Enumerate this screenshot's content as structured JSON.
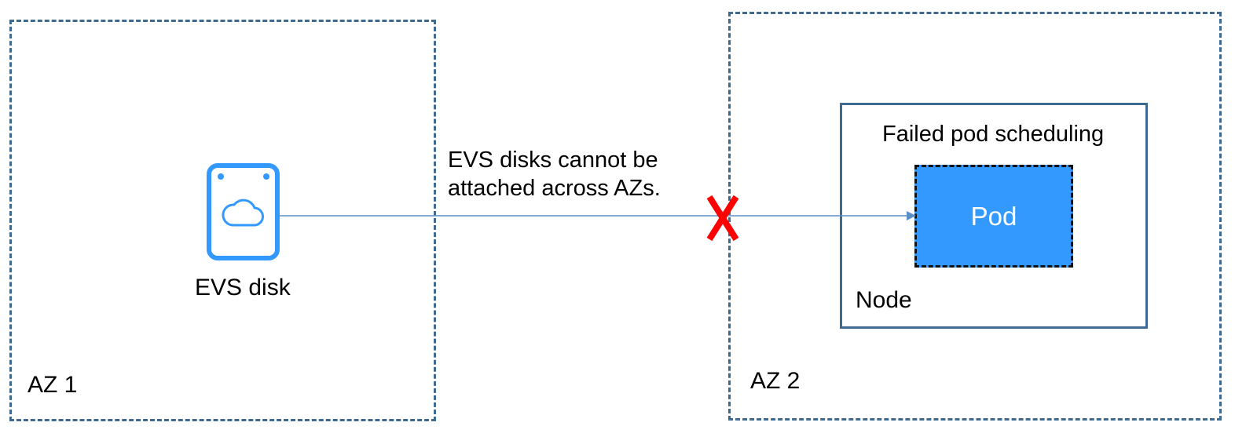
{
  "zones": {
    "az1": {
      "label": "AZ 1"
    },
    "az2": {
      "label": "AZ 2"
    }
  },
  "disk": {
    "label": "EVS disk",
    "icon": "evs-disk-cloud-icon",
    "icon_color": "#3399ff"
  },
  "connection": {
    "note_line1": "EVS disks cannot be",
    "note_line2": "attached across AZs.",
    "line_color": "#5b8fc7",
    "blocked_marker_icon": "x-mark-icon",
    "blocked_color": "#ff0000"
  },
  "node": {
    "label": "Node",
    "status": "Failed pod scheduling",
    "pod": {
      "label": "Pod",
      "color": "#3399ff"
    }
  },
  "colors": {
    "zone_border": "#3d6a8e",
    "node_border": "#3d6a8e"
  }
}
